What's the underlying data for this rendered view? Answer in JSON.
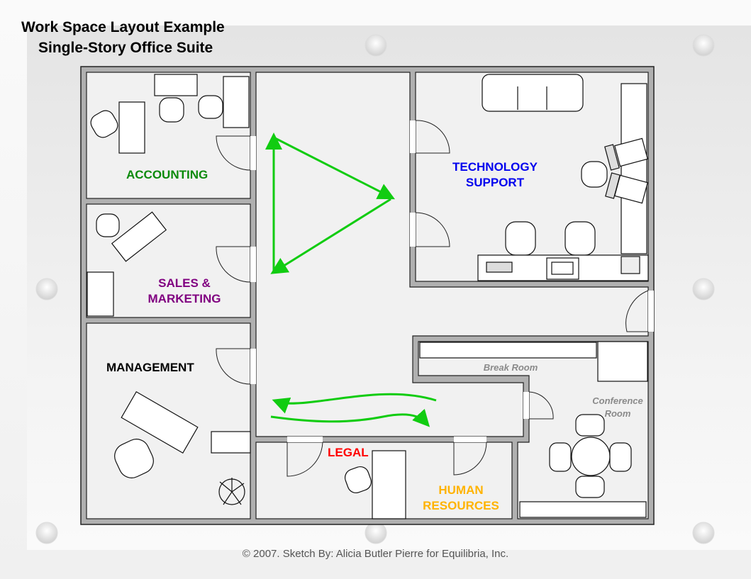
{
  "title": {
    "line1": "Work Space Layout Example",
    "line2": "Single-Story Office Suite"
  },
  "rooms": {
    "accounting": {
      "label": "ACCOUNTING",
      "color": "#0a8a0a"
    },
    "sales": {
      "line1": "SALES &",
      "line2": "MARKETING",
      "color": "#800080"
    },
    "management": {
      "label": "MANAGEMENT",
      "color": "#000000"
    },
    "technology": {
      "line1": "TECHNOLOGY",
      "line2": "SUPPORT",
      "color": "#0000ee"
    },
    "legal": {
      "label": "LEGAL",
      "color": "#ff0000"
    },
    "hr": {
      "line1": "HUMAN",
      "line2": "RESOURCES",
      "color": "#ffb300"
    },
    "break_room": {
      "label": "Break Room"
    },
    "conference": {
      "line1": "Conference",
      "line2": "Room"
    }
  },
  "colors": {
    "wall": "#b0b0b0",
    "floor": "#f0f0f0",
    "arrow": "#11cc11"
  },
  "caption": "© 2007.  Sketch By: Alicia Butler Pierre for Equilibria, Inc."
}
